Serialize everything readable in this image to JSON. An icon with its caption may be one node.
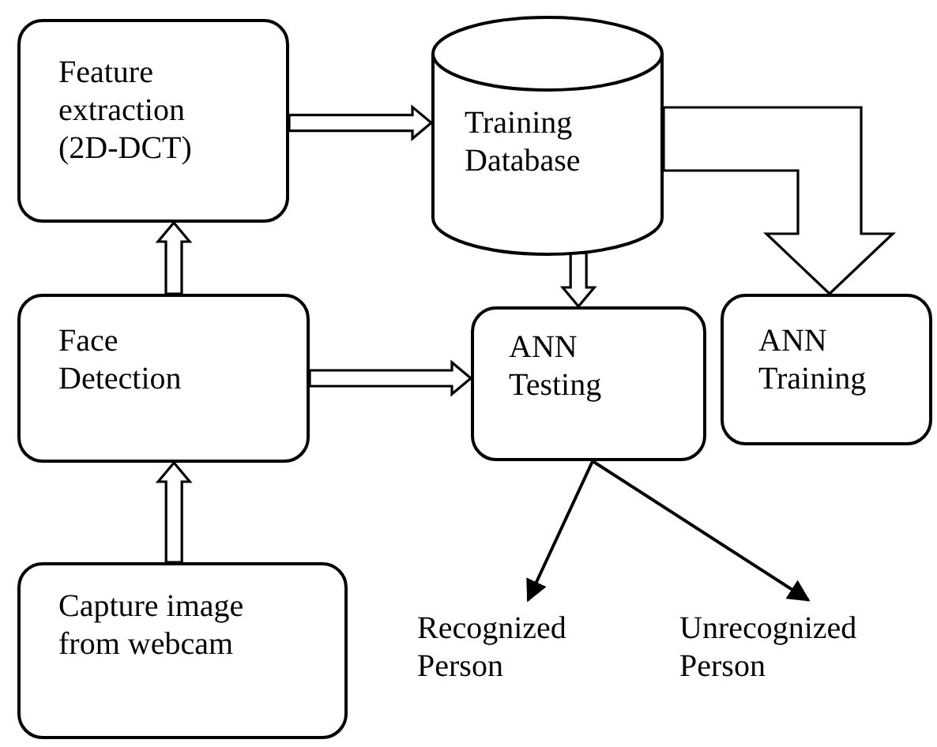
{
  "diagram": {
    "nodes": [
      {
        "text": [
          "Feature extraction (2D-DCT)"
        ]
      },
      {
        "text": [
          "Training Database"
        ]
      },
      {
        "text": [
          "Face Detection"
        ]
      },
      {
        "text": [
          "ANN Testing"
        ]
      },
      {
        "text": [
          "ANN Training"
        ]
      },
      {
        "text": [
          "Capture image from webcam"
        ]
      },
      {
        "text": [
          "Recognized Person"
        ]
      },
      {
        "text": [
          "Unrecognized Person"
        ]
      }
    ],
    "edges": [
      {
        "from": 2,
        "to": 0,
        "arrow": "to"
      },
      {
        "from": 0,
        "to": 1,
        "arrow": "to"
      },
      {
        "from": 2,
        "to": 3,
        "arrow": "to"
      },
      {
        "from": 5,
        "to": 2,
        "arrow": "to"
      },
      {
        "from": 1,
        "to": 3,
        "arrow": "to"
      },
      {
        "from": 1,
        "to": 4,
        "arrow": "to",
        "style": "thick"
      },
      {
        "from": 3,
        "to": 6,
        "arrow": "to"
      },
      {
        "from": 3,
        "to": 7,
        "arrow": "to"
      }
    ]
  }
}
